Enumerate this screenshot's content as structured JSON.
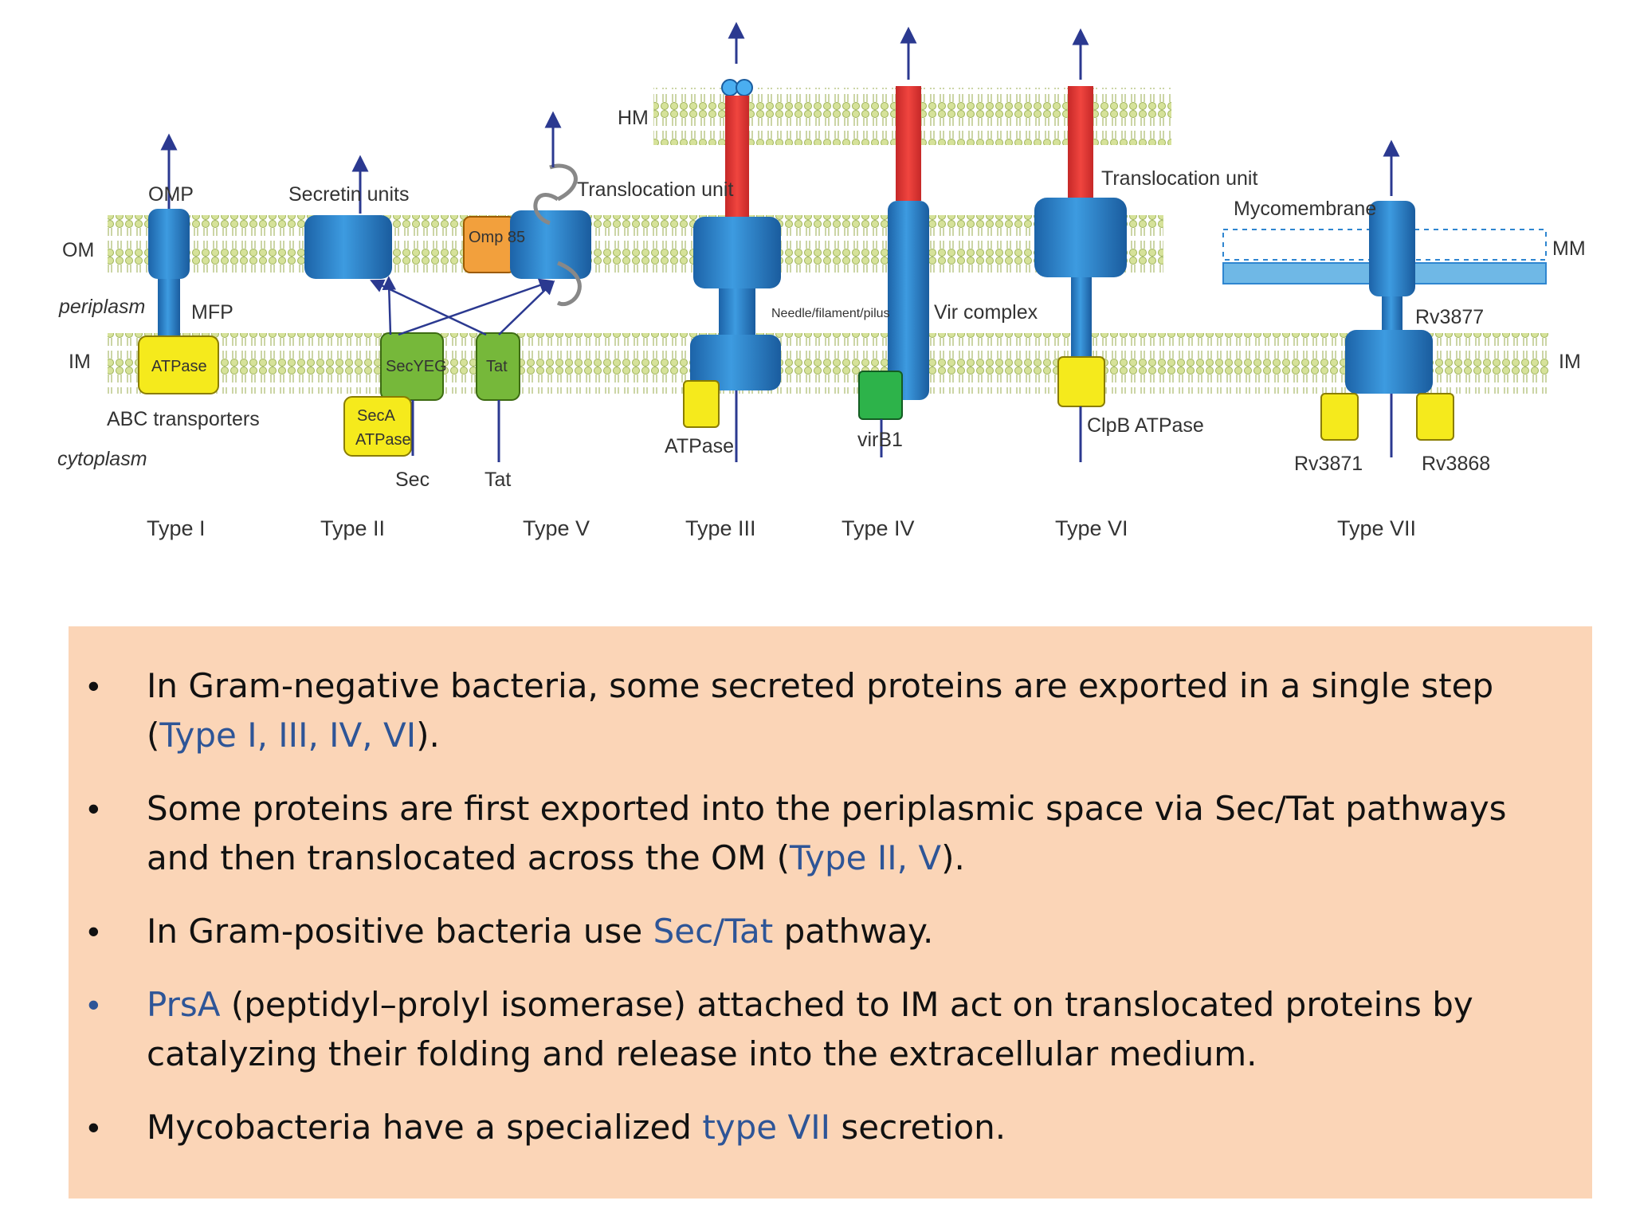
{
  "diagram": {
    "layer_labels": {
      "hm": "HM",
      "om": "OM",
      "periplasm": "periplasm",
      "im_left": "IM",
      "cytoplasm": "cytoplasm",
      "mm": "MM",
      "im_right": "IM"
    },
    "component_labels": {
      "omp": "OMP",
      "mfp": "MFP",
      "atpase_t1": "ATPase",
      "abc": "ABC transporters",
      "secretin": "Secretin units",
      "omp85": "Omp 85",
      "translocation_unit_v": "Translocation unit",
      "secyeg": "SecYEG",
      "tat_box": "Tat",
      "seca_1": "SecA",
      "seca_2": "ATPase",
      "sec": "Sec",
      "tat": "Tat",
      "needle": "Needle/filament/pilus",
      "atpase_t3": "ATPase",
      "vir_complex": "Vir complex",
      "virb1": "virB1",
      "translocation_unit_vi": "Translocation unit",
      "clpb": "ClpB ATPase",
      "mycomembrane": "Mycomembrane",
      "rv3877": "Rv3877",
      "rv3871": "Rv3871",
      "rv3868": "Rv3868"
    },
    "type_labels": [
      "Type I",
      "Type II",
      "Type V",
      "Type III",
      "Type IV",
      "Type VI",
      "Type VII"
    ],
    "colors": {
      "blue": "#2f86d0",
      "red": "#e53935",
      "yellow": "#f5ea1c",
      "green": "#76b83a",
      "orange": "#f2a03d",
      "membrane": "#c8d987"
    }
  },
  "bullets": [
    {
      "text": "In Gram-negative bacteria, some secreted proteins are exported in a single step (",
      "highlight": "Type I, III, IV, VI",
      "after": ").",
      "bullet_blue": false
    },
    {
      "text": "Some proteins are first exported into the periplasmic space via Sec/Tat pathways and then translocated across the OM (",
      "highlight": "Type II, V",
      "after": ").",
      "bullet_blue": false
    },
    {
      "text": "In Gram-positive bacteria use ",
      "highlight": "Sec/Tat",
      "after": " pathway.",
      "bullet_blue": false
    },
    {
      "text": "",
      "highlight": "PrsA",
      "after": " (peptidyl–prolyl isomerase) attached to IM act on translocated proteins by catalyzing their folding and release into the extracellular medium.",
      "bullet_blue": true
    },
    {
      "text": "Mycobacteria have a specialized ",
      "highlight": "type VII",
      "after": " secretion.",
      "bullet_blue": false
    }
  ]
}
